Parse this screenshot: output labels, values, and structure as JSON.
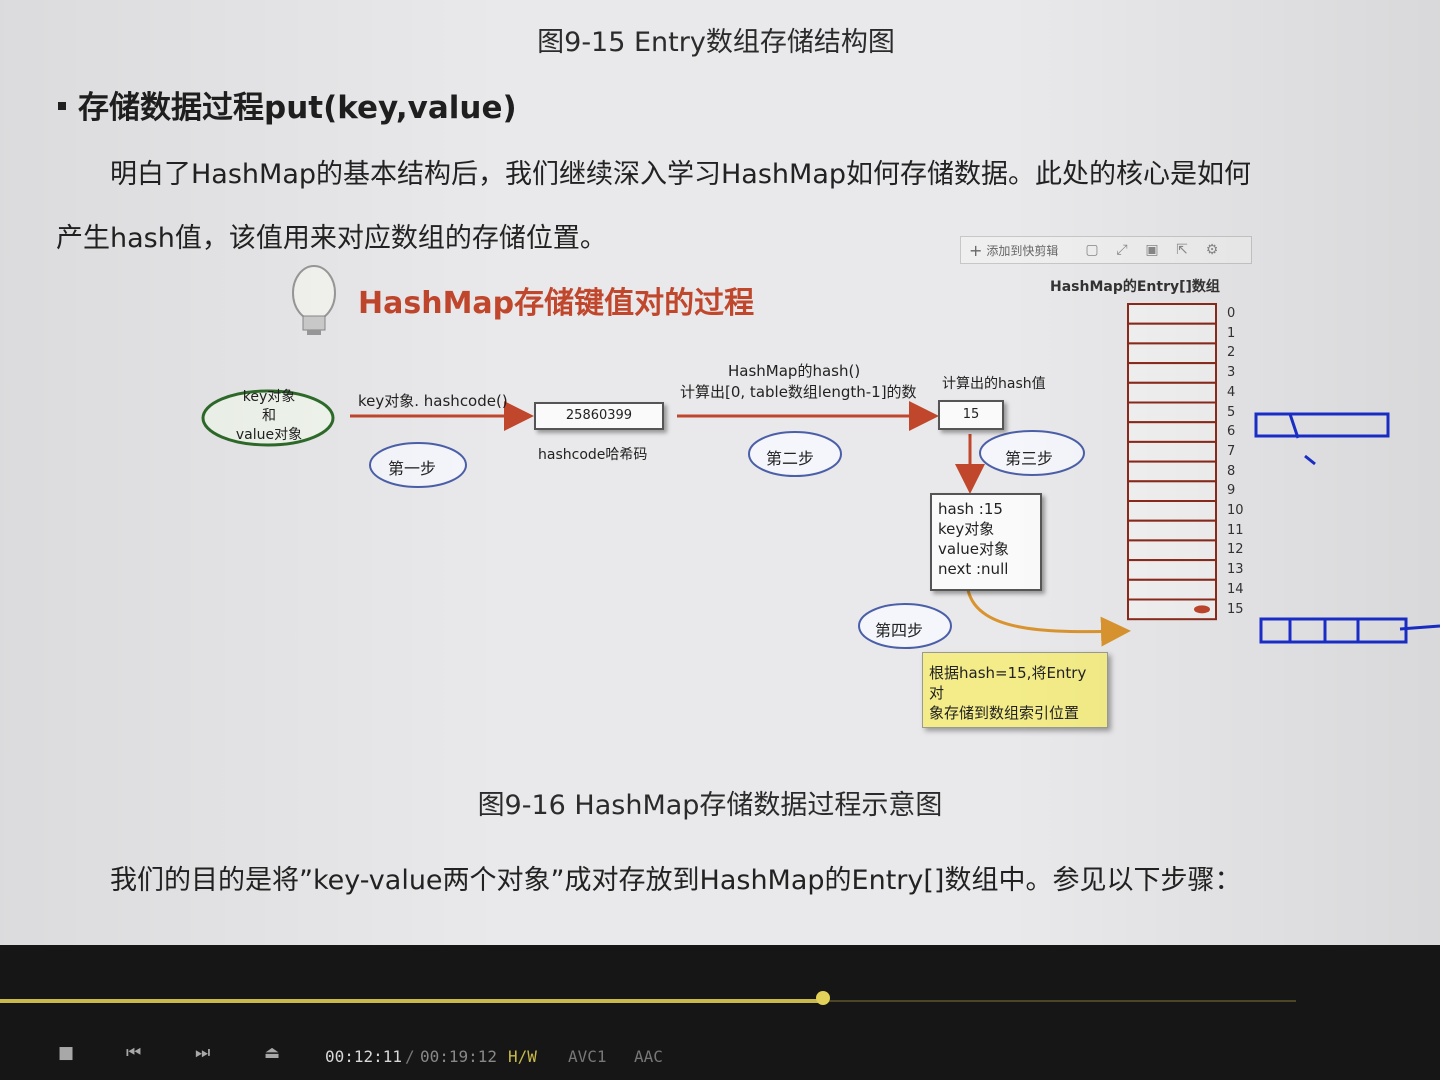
{
  "document": {
    "figure_caption_top": "图9-15 Entry数组存储结构图",
    "section_heading": "存储数据过程put(key,value)",
    "paragraph1_line1": "明白了HashMap的基本结构后，我们继续深入学习HashMap如何存储数据。此处的核心是如何",
    "paragraph1_line2": "产生hash值，该值用来对应数组的存储位置。",
    "figure_caption_mid": "图9-16 HashMap存储数据过程示意图",
    "paragraph2": "我们的目的是将”key-value两个对象”成对存放到HashMap的Entry[]数组中。参见以下步骤："
  },
  "diagram": {
    "title": "HashMap存储键值对的过程",
    "clip_toolbar_label": "添加到快剪辑",
    "object_ellipse": [
      "key对象",
      "和",
      "value对象"
    ],
    "arrow1_label": "key对象. hashcode()",
    "hashcode_value": "25860399",
    "hashcode_label": "hashcode哈希码",
    "arrow2_label_line1": "HashMap的hash()",
    "arrow2_label_line2": "计算出[0, table数组length-1]的数",
    "computed_label": "计算出的hash值",
    "hash_value": "15",
    "step1": "第一步",
    "step2": "第二步",
    "step3": "第三步",
    "step4": "第四步",
    "entry": [
      "hash :15",
      "key对象",
      "value对象",
      "next :null"
    ],
    "note_line1": "根据hash=15,将Entry对",
    "note_line2": "象存储到数组索引位置",
    "array_title": "HashMap的Entry[]数组",
    "array_indices": [
      "0",
      "1",
      "2",
      "3",
      "4",
      "5",
      "6",
      "7",
      "8",
      "9",
      "10",
      "11",
      "12",
      "13",
      "14",
      "15"
    ],
    "colors": {
      "title_red": "#c0462c",
      "arrow_red": "#c0462c",
      "ellipse_green": "#2e6b2a",
      "note_yellow": "#f3ec88",
      "annotation_blue": "#1a2fcf"
    }
  },
  "player": {
    "current_time": "00:12:11",
    "separator": "/",
    "total_time": "00:19:12",
    "hw_label": "H/W",
    "video_codec": "AVC1",
    "audio_codec": "AAC",
    "progress_fraction": 0.635,
    "icons": [
      "stop-icon",
      "previous-icon",
      "next-icon",
      "eject-icon"
    ]
  }
}
